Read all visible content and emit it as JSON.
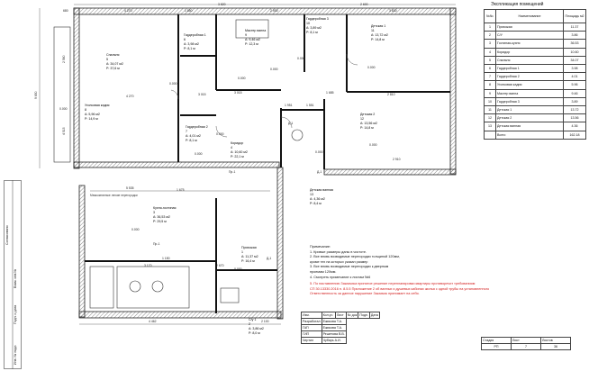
{
  "explication": {
    "title": "Экспликация помещений",
    "headers": [
      "№№",
      "Наименование",
      "Площадь м2"
    ],
    "rows": [
      [
        "1",
        "Прихожая",
        "11.37"
      ],
      [
        "2",
        "С/У",
        "3.86"
      ],
      [
        "3",
        "Гостиная-кухня",
        "36.53"
      ],
      [
        "4",
        "Коридор",
        "10.60"
      ],
      [
        "5",
        "Спальня",
        "34.07"
      ],
      [
        "6",
        "Гардеробная 1",
        "3.98"
      ],
      [
        "7",
        "Гардеробная 2",
        "4.01"
      ],
      [
        "8",
        "Уголковая кадия",
        "5.96"
      ],
      [
        "9",
        "Мастер ванна",
        "9.46"
      ],
      [
        "10",
        "Гардеробная 3",
        "3.89"
      ],
      [
        "11",
        "Детская 1",
        "13.72"
      ],
      [
        "12",
        "Детская 2",
        "13.56"
      ],
      [
        "13",
        "Детская ванная",
        "4.36"
      ]
    ],
    "total_label": "Всего",
    "total_value": "162.18"
  },
  "rooms": [
    {
      "name": "Спальня",
      "num": "5",
      "area": "А: 34,07 м2",
      "perim": "Р: 37,6 м"
    },
    {
      "name": "Гардеробная 1",
      "num": "6",
      "area": "А: 3,98 м2",
      "perim": "Р: 8,1 м"
    },
    {
      "name": "Мастер ванна",
      "num": "9",
      "area": "А: 9,46 м2",
      "perim": "Р: 12,3 м"
    },
    {
      "name": "Гардеробная 3",
      "num": "10",
      "area": "А: 3,89 м2",
      "perim": "Р: 8,1 м"
    },
    {
      "name": "Детская 1",
      "num": "11",
      "area": "А: 13,72 м2",
      "perim": "Р: 14,8 м"
    },
    {
      "name": "Уголковая кадия",
      "num": "8",
      "area": "А: 5,96 м2",
      "perim": "Р: 14,9 м"
    },
    {
      "name": "Гардеробная 2",
      "num": "7",
      "area": "А: 4,01 м2",
      "perim": "Р: 8,1 м"
    },
    {
      "name": "Коридор",
      "num": "4",
      "area": "А: 10,60 м2",
      "perim": "Р: 22,1 м"
    },
    {
      "name": "Детская 2",
      "num": "12",
      "area": "А: 13,56 м2",
      "perim": "Р: 14,8 м"
    },
    {
      "name": "Детская ванная",
      "num": "13",
      "area": "А: 4,36 м2",
      "perim": "Р: 8,4 м"
    },
    {
      "name": "Кухня-гостиная",
      "num": "3",
      "area": "А: 36,53 м2",
      "perim": "Р: 29,5 м"
    },
    {
      "name": "Прихожая",
      "num": "1",
      "area": "А: 11,37 м2",
      "perim": "Р: 16,4 м"
    },
    {
      "name": "С/у 1",
      "num": "2",
      "area": "А: 3,86 м2",
      "perim": "Р: 8,0 м"
    }
  ],
  "dims": {
    "top": [
      "4 270",
      "1 850",
      "2 930",
      "3 830"
    ],
    "top_small": [
      "680",
      "3 820",
      "2 600"
    ],
    "left_total": "9 650",
    "left_parts": [
      "4 515",
      "2 560"
    ],
    "mid": [
      "4 270",
      "3 015",
      "3 015",
      "1 951",
      "1 551",
      "1 685",
      "2 810",
      "2 910"
    ],
    "kitchen": [
      "5 535",
      "1 150",
      "3 170",
      "2 670",
      "1 675"
    ],
    "bottom": [
      "4 462",
      "2 100"
    ],
    "heights": [
      "0.000",
      "0.000",
      "0.000",
      "0.000",
      "0.000",
      "0.000",
      "0.000",
      "0.000",
      "0.000",
      "0.000",
      "0.000",
      "0.000"
    ],
    "door_codes": [
      "Д-1",
      "Д-1",
      "Пр-1",
      "Д-1",
      "Пр-1"
    ],
    "wall_note": "Межкомнатные легкие перегородки"
  },
  "notes": {
    "title": "Примечание:",
    "lines": [
      "1. Кривые размеры даны в чистоте.",
      "2. Все вновь возводимые перегородки толщиной 120мм,",
      "кроме тех на которых указан размер",
      "3. Все вновь возводимые перегородки к дверным",
      "проемам 120мм.",
      "4. Смотреть примечание к листам №6"
    ],
    "red_lines": [
      "5. По наставлению Заказчика принятое решение перепланировки квартиры противоречит требованиям",
      "СП 30.13330.2016 п. 8.5.5 Приложение 2 об ванных и душевых кабинах жилья с одной трубы на установленного",
      "Ответственность за данное нарушение Заказчик принимает на себя."
    ]
  },
  "stamp": {
    "cols": [
      "Изм.",
      "Кол.уч",
      "Лист",
      "№ док",
      "Подп.",
      "Дата"
    ],
    "roles": [
      [
        "Разработал",
        "Ежикова Т.А."
      ],
      [
        "ГАП",
        "Ежикова Т.А."
      ],
      [
        "ГИП",
        "Решетова В.В."
      ],
      [
        "Чертил",
        "Чубарь А.И."
      ]
    ],
    "stage_headers": [
      "Стадия",
      "Лист",
      "Листов"
    ],
    "stage_values": [
      "РП",
      "7",
      "36"
    ]
  },
  "side": [
    "Согласовано",
    "Взам. инв.№",
    "Подп. и дата",
    "Инв. № подл."
  ]
}
